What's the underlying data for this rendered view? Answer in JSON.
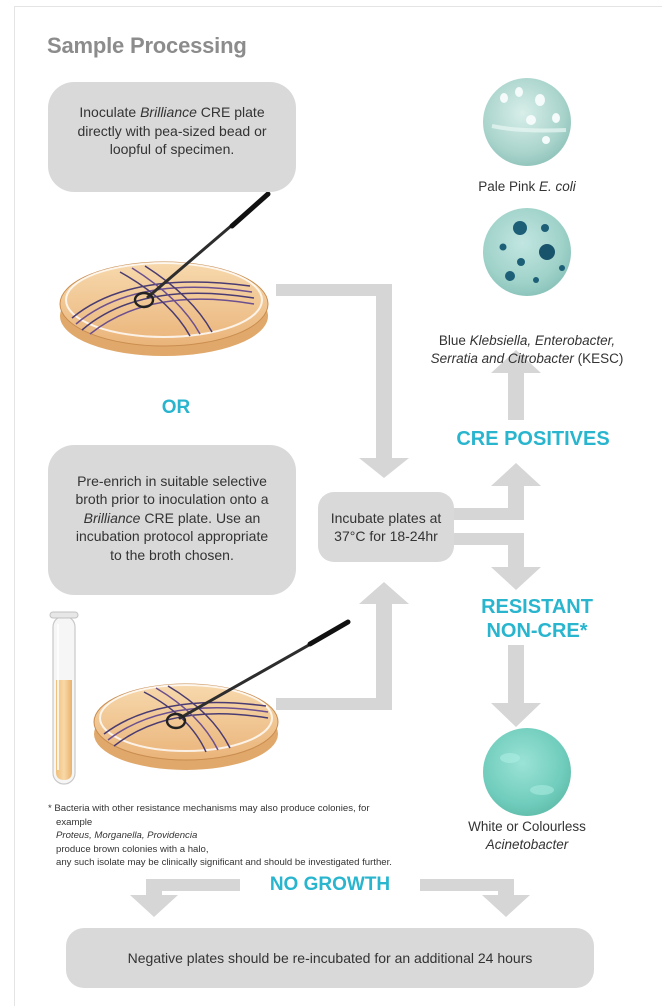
{
  "title": "Sample Processing",
  "steps": {
    "direct": {
      "pre": "Inoculate ",
      "brand": "Brilliance",
      "post": " CRE plate directly with pea-sized bead or loopful of specimen."
    },
    "or": "OR",
    "enrich": {
      "pre": "Pre-enrich in suitable selective broth prior to inoculation onto a ",
      "brand": "Brilliance",
      "post": " CRE plate. Use an incubation protocol appropriate to the broth chosen."
    },
    "incubate": "Incubate plates at 37°C for 18-24hr",
    "no_growth_box": "Negative plates should be re-incubated for an additional 24 hours"
  },
  "results": {
    "positives": "CRE POSITIVES",
    "resistant_line1": "RESISTANT",
    "resistant_line2": "NON-CRE*",
    "no_growth": "NO GROWTH",
    "pale_pink": {
      "plain": "Pale Pink ",
      "italic": "E. coli"
    },
    "blue": {
      "plain": "Blue ",
      "italic1": "Klebsiella, Enterobacter,",
      "italic2": "Serratia and Citrobacter",
      "suffix": " (KESC)"
    },
    "white": {
      "line1": "White or Colourless",
      "italic": "Acinetobacter"
    }
  },
  "footnote": {
    "line1": "* Bacteria with other resistance mechanisms may also produce colonies, for",
    "line2_pre": "example ",
    "line2_italic": "Proteus, Morganella, Providencia",
    "line2_post": " produce brown colonies with a halo,",
    "line3": "any such isolate may be clinically significant and should be investigated further."
  },
  "colors": {
    "accent": "#29b5ce",
    "box": "#d9d9d9",
    "arrow": "#d6d6d6",
    "agar": "#f3c58c",
    "streak": "#4a3c72",
    "pink_colony": "#b8ddd6",
    "blue_colony": "#1c5f77",
    "white_colony": "#7bd3c6"
  }
}
